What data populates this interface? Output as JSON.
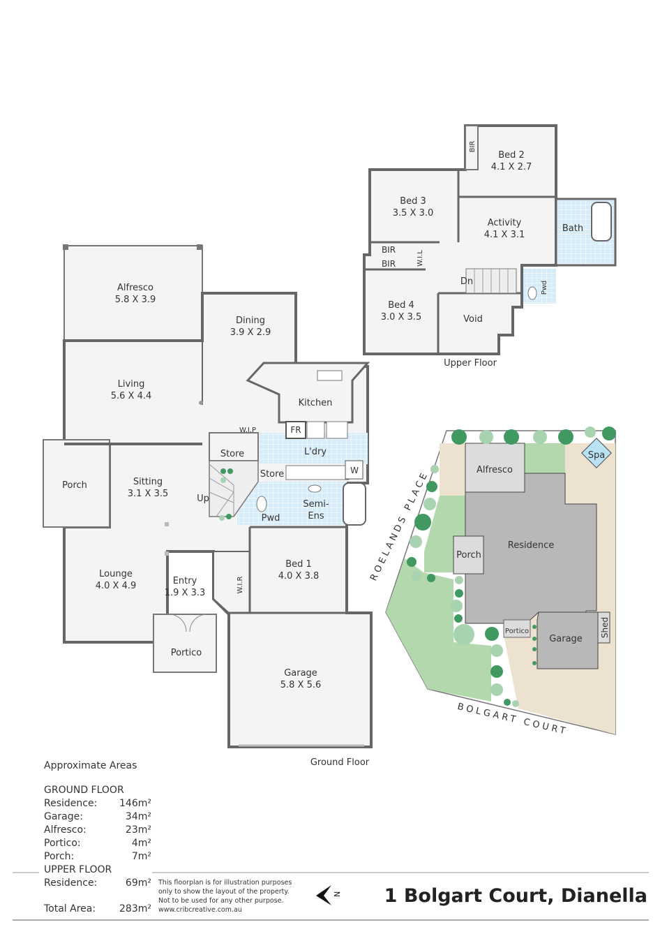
{
  "ground_floor": {
    "label": "Ground Floor",
    "rooms": [
      {
        "name": "Alfresco",
        "size": "5.8 X 3.9"
      },
      {
        "name": "Dining",
        "size": "3.9 X 2.9"
      },
      {
        "name": "Living",
        "size": "5.6 X 4.4"
      },
      {
        "name": "Kitchen"
      },
      {
        "name": "Porch"
      },
      {
        "name": "Sitting",
        "size": "3.1 X 3.5"
      },
      {
        "name": "Lounge",
        "size": "4.0 X 4.9"
      },
      {
        "name": "Entry",
        "size": "1.9 X 3.3"
      },
      {
        "name": "Portico"
      },
      {
        "name": "Bed 1",
        "size": "4.0 X 3.8"
      },
      {
        "name": "Garage",
        "size": "5.8 X 5.6"
      },
      {
        "name": "Store"
      },
      {
        "name": "L'dry"
      },
      {
        "name": "Store"
      },
      {
        "name": "Semi-",
        "name2": "Ens"
      },
      {
        "name": "Pwd"
      },
      {
        "name": "W.I.P"
      },
      {
        "name": "FR"
      },
      {
        "name": "W"
      },
      {
        "name": "Up"
      },
      {
        "name": "W.I.R"
      }
    ]
  },
  "upper_floor": {
    "label": "Upper Floor",
    "rooms": [
      {
        "name": "Bed 2",
        "size": "4.1 X 2.7"
      },
      {
        "name": "Bed 3",
        "size": "3.5 X 3.0"
      },
      {
        "name": "Activity",
        "size": "4.1 X 3.1"
      },
      {
        "name": "Bath"
      },
      {
        "name": "Bed 4",
        "size": "3.0 X 3.5"
      },
      {
        "name": "Void"
      },
      {
        "name": "Dn"
      },
      {
        "name": "Pwd"
      },
      {
        "name": "BIR"
      },
      {
        "name": "BIR"
      },
      {
        "name": "BIR"
      },
      {
        "name": "W.I.L"
      }
    ]
  },
  "site_plan": {
    "streets": [
      "ROELANDS PLACE",
      "BOLGART COURT"
    ],
    "labels": [
      "Alfresco",
      "Residence",
      "Porch",
      "Portico",
      "Garage",
      "Shed",
      "Spa"
    ],
    "colors": {
      "lawn": "#b3d8ae",
      "paving": "#ece2cf",
      "residence": "#b8b8b8",
      "outdoor": "#dcdcdc",
      "spa": "#b9e2f5",
      "tree_dark": "#3f9960",
      "tree_light": "#a8d3b0"
    }
  },
  "areas": {
    "title": "Approximate Areas",
    "ground_heading": "GROUND FLOOR",
    "ground": [
      {
        "label": "Residence:",
        "value": "146m²"
      },
      {
        "label": "Garage:",
        "value": "34m²"
      },
      {
        "label": "Alfresco:",
        "value": "23m²"
      },
      {
        "label": "Portico:",
        "value": "4m²"
      },
      {
        "label": "Porch:",
        "value": "7m²"
      }
    ],
    "upper_heading": "UPPER FLOOR",
    "upper": [
      {
        "label": "Residence:",
        "value": "69m²"
      }
    ],
    "total": {
      "label": "Total Area:",
      "value": "283m²"
    }
  },
  "disclaimer": [
    "This floorplan is for illustration purposes",
    "only to show the layout of the property.",
    "Not to be used for any other purpose.",
    "www.cribcreative.com.au"
  ],
  "compass": {
    "icon": "north-arrow-icon",
    "letter": "N"
  },
  "title": "1 Bolgart Court, Dianella"
}
